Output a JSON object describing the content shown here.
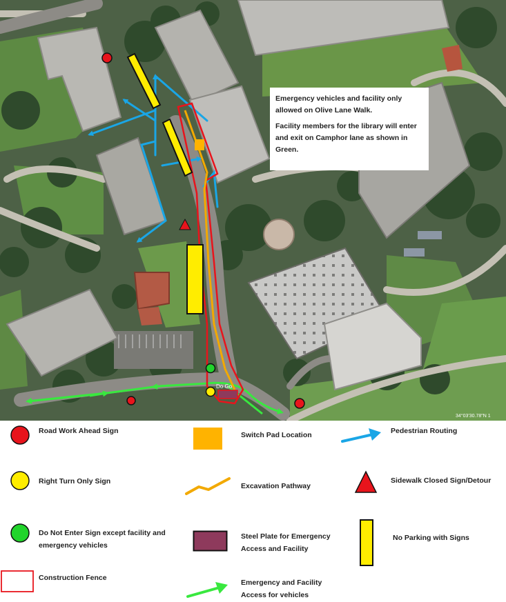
{
  "map": {
    "notice": {
      "line1": "Emergency vehicles and facility only allowed on Olive Lane Walk.",
      "line2": "Facility members for the library will enter and exit on Camphor lane as shown in Green."
    },
    "imagery_label": "34°03'30.78\"N 1",
    "sign_label": "Do Go"
  },
  "legend": {
    "road_work": "Road Work Ahead Sign",
    "right_turn": "Right Turn Only Sign",
    "do_not_enter": "Do Not Enter Sign except facility and emergency vehicles",
    "construction_fence": "Construction Fence",
    "switch_pad": "Switch Pad Location",
    "excavation": "Excavation Pathway",
    "steel_plate": "Steel Plate for Emergency Access and Facility",
    "emergency_access": "Emergency and Facility Access for vehicles",
    "pedestrian": "Pedestrian Routing",
    "sidewalk_closed": "Sidewalk Closed Sign/Detour",
    "no_parking": "No Parking with Signs"
  },
  "colors": {
    "road_work": "#e8141c",
    "right_turn": "#ffed00",
    "do_not_enter": "#21d42b",
    "construction_fence": "#e8141c",
    "switch_pad": "#ffb300",
    "excavation": "#f2a900",
    "steel_plate": "#8e3a5c",
    "emergency_access": "#39e83f",
    "pedestrian": "#1aa6e6",
    "sidewalk_closed": "#e8141c",
    "no_parking": "#ffed00"
  }
}
